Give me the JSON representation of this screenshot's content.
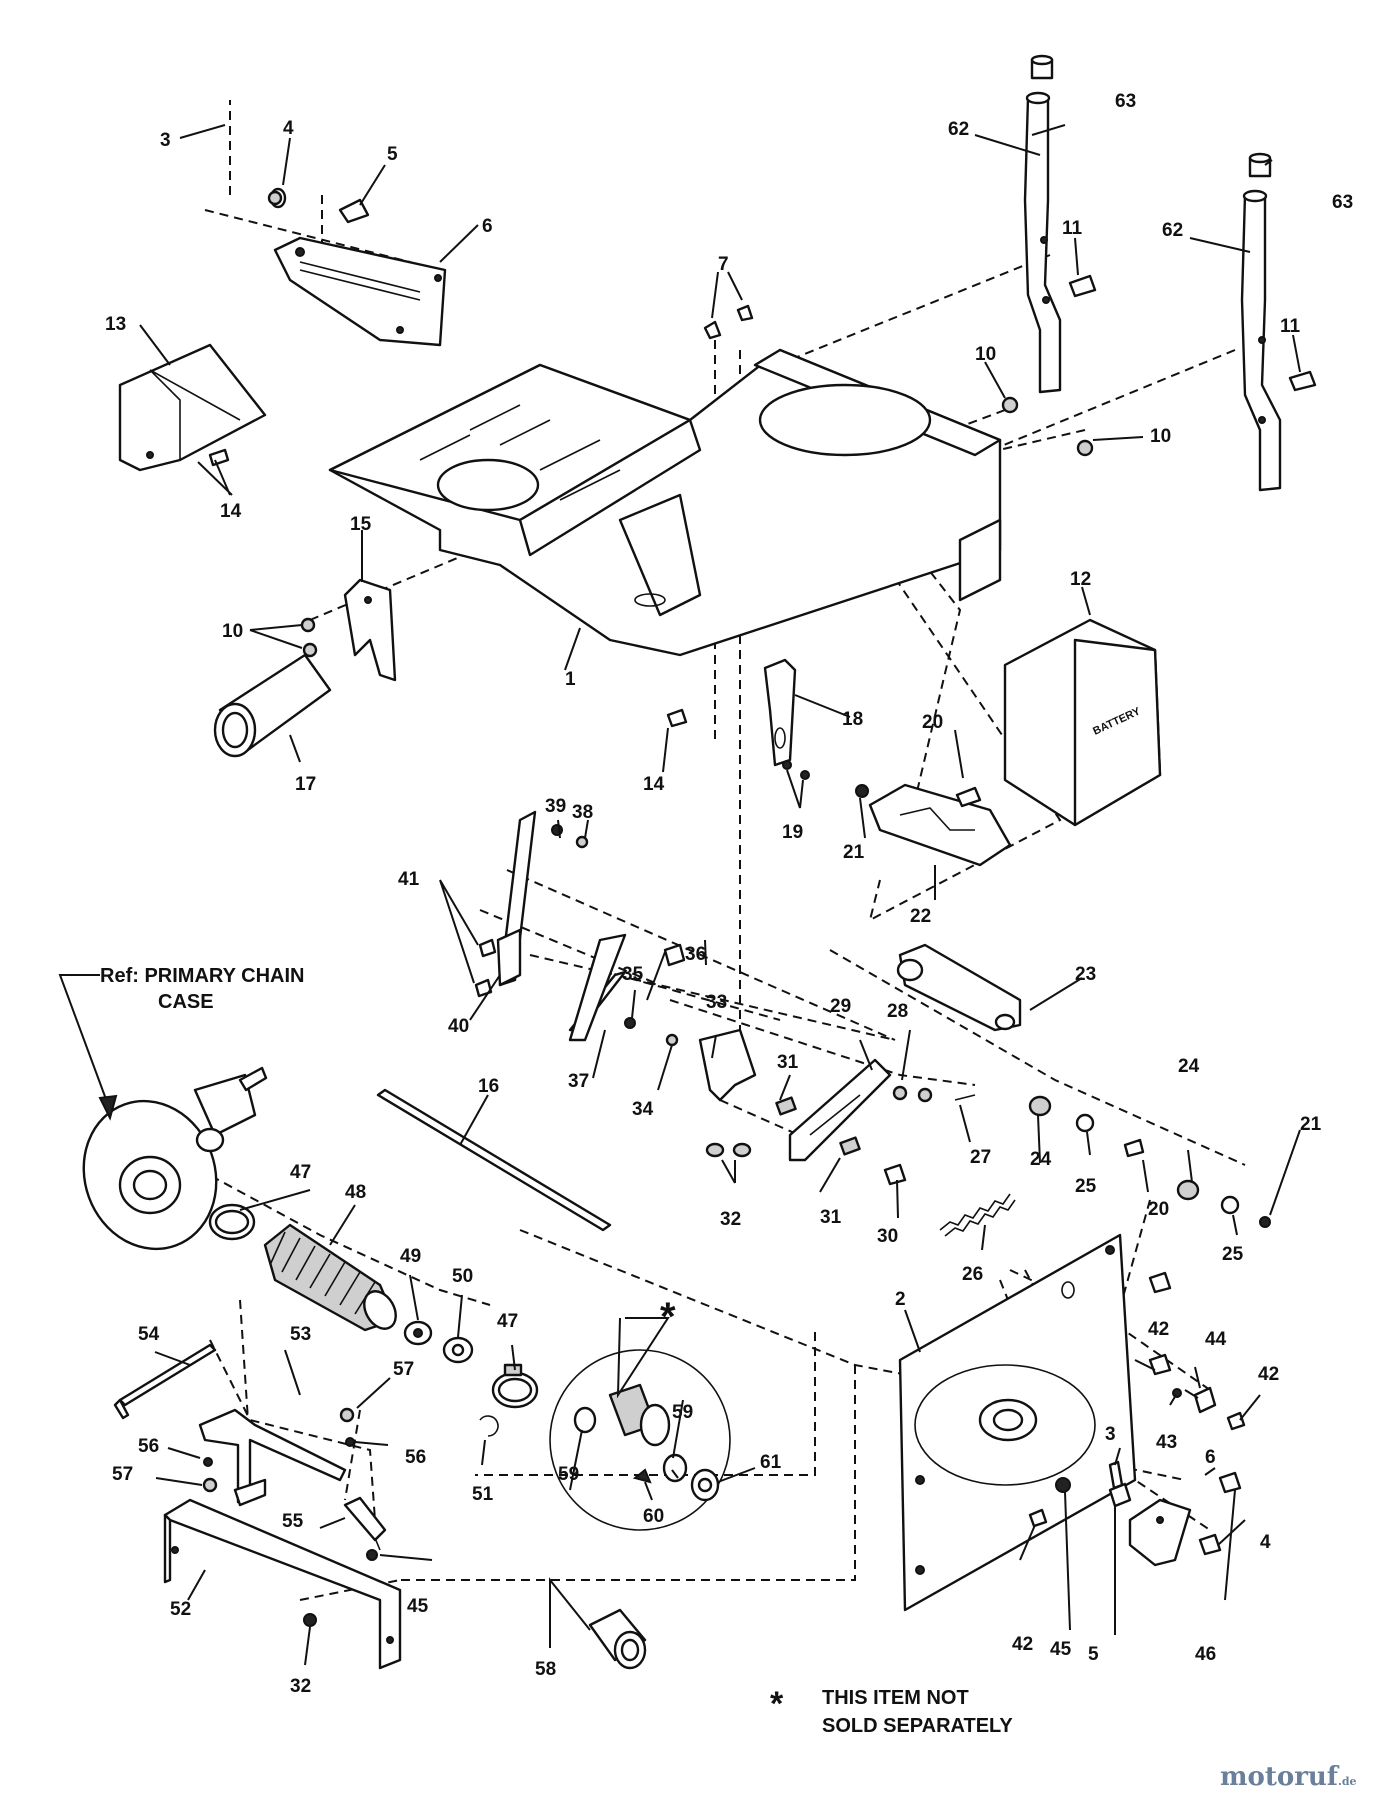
{
  "labels": {
    "l1": "1",
    "l2": "2",
    "l3a": "3",
    "l3b": "3",
    "l4a": "4",
    "l4b": "4",
    "l5a": "5",
    "l5b": "5",
    "l6a": "6",
    "l6b": "6",
    "l7": "7",
    "l10a": "10",
    "l10b": "10",
    "l10c": "10",
    "l11a": "11",
    "l11b": "11",
    "l12": "12",
    "l13": "13",
    "l14a": "14",
    "l14b": "14",
    "l15": "15",
    "l16": "16",
    "l17": "17",
    "l18": "18",
    "l19": "19",
    "l20a": "20",
    "l20b": "20",
    "l21a": "21",
    "l21b": "21",
    "l22": "22",
    "l23": "23",
    "l24a": "24",
    "l24b": "24",
    "l25a": "25",
    "l25b": "25",
    "l26": "26",
    "l27": "27",
    "l28": "28",
    "l29": "29",
    "l30": "30",
    "l31a": "31",
    "l31b": "31",
    "l32a": "32",
    "l32b": "32",
    "l33": "33",
    "l34": "34",
    "l35": "35",
    "l36": "36",
    "l37": "37",
    "l38": "38",
    "l39": "39",
    "l40": "40",
    "l41": "41",
    "l42a": "42",
    "l42b": "42",
    "l42c": "42",
    "l43": "43",
    "l44": "44",
    "l45a": "45",
    "l45b": "45",
    "l46": "46",
    "l47a": "47",
    "l47b": "47",
    "l48": "48",
    "l49": "49",
    "l50": "50",
    "l51": "51",
    "l52": "52",
    "l53": "53",
    "l54": "54",
    "l55": "55",
    "l56a": "56",
    "l56b": "56",
    "l57a": "57",
    "l57b": "57",
    "l58": "58",
    "l59a": "59",
    "l59b": "59",
    "l60": "60",
    "l61": "61",
    "l62a": "62",
    "l62b": "62",
    "l63a": "63",
    "l63b": "63"
  },
  "ref_note": {
    "line1": "Ref: PRIMARY CHAIN",
    "line2": "CASE"
  },
  "asterisk": "*",
  "footnote": {
    "star": "*",
    "line1": "THIS ITEM NOT",
    "line2": "SOLD SEPARATELY"
  },
  "battery_text": "BATTERY",
  "watermark": {
    "name": "motoruf",
    "tld": ".de"
  }
}
